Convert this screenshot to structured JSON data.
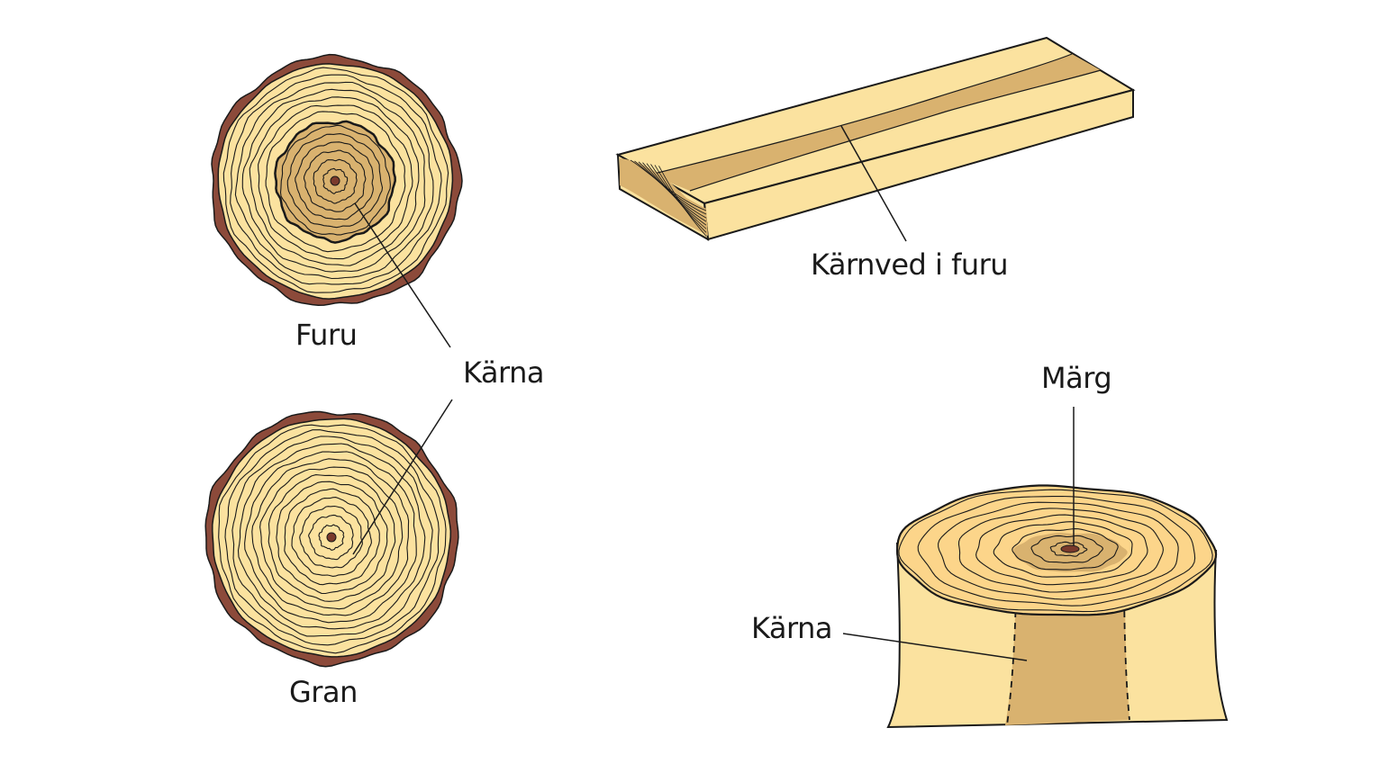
{
  "labels": {
    "furu": "Furu",
    "gran": "Gran",
    "karna_center": "Kärna",
    "karnved_i_furu": "Kärnved i furu",
    "marg": "Märg",
    "karna_stump": "Kärna"
  },
  "colors": {
    "sapwood": "#fbe29f",
    "heartwood": "#d9b26f",
    "bark": "#8c4a3a",
    "line": "#1a1a1a",
    "pith": "#7a3a2c"
  }
}
